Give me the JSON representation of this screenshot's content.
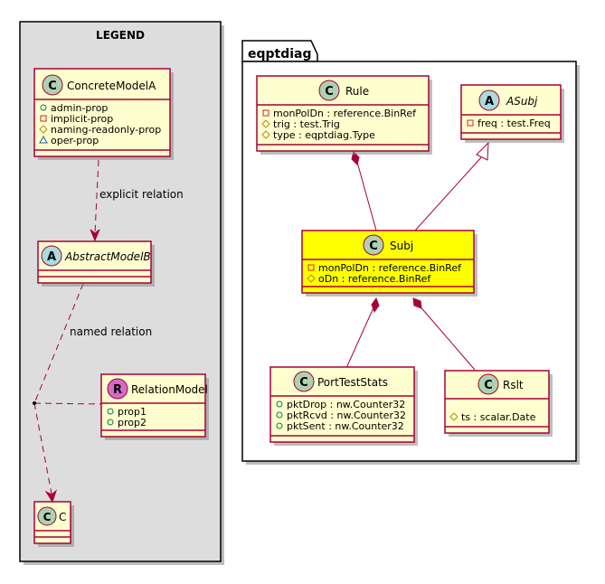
{
  "legend": {
    "title": "LEGEND",
    "concrete": {
      "stereotype": "C",
      "name": "ConcreteModelA",
      "attrs": [
        {
          "vis": "public",
          "text": "admin-prop"
        },
        {
          "vis": "private",
          "text": "implicit-prop"
        },
        {
          "vis": "protected",
          "text": "naming-readonly-prop"
        },
        {
          "vis": "package",
          "text": "oper-prop"
        }
      ]
    },
    "explicit_label": "explicit relation",
    "abstract": {
      "stereotype": "A",
      "name": "AbstractModelB"
    },
    "named_label": "named relation",
    "relation": {
      "stereotype": "R",
      "name": "RelationModel",
      "attrs": [
        {
          "vis": "public",
          "text": "prop1"
        },
        {
          "vis": "public",
          "text": "prop2"
        }
      ]
    },
    "c": {
      "stereotype": "C",
      "name": "C"
    }
  },
  "package": {
    "name": "eqptdiag",
    "rule": {
      "stereotype": "C",
      "name": "Rule",
      "attrs": [
        {
          "vis": "private",
          "text": "monPolDn : reference.BinRef"
        },
        {
          "vis": "protected",
          "text": "trig : test.Trig"
        },
        {
          "vis": "protected",
          "text": "type : eqptdiag.Type"
        }
      ]
    },
    "asubj": {
      "stereotype": "A",
      "name": "ASubj",
      "attrs": [
        {
          "vis": "private",
          "text": "freq : test.Freq"
        }
      ]
    },
    "subj": {
      "stereotype": "C",
      "name": "Subj",
      "attrs": [
        {
          "vis": "private",
          "text": "monPolDn : reference.BinRef"
        },
        {
          "vis": "protected",
          "text": "oDn : reference.BinRef"
        }
      ]
    },
    "porttest": {
      "stereotype": "C",
      "name": "PortTestStats",
      "attrs": [
        {
          "vis": "public",
          "text": "pktDrop : nw.Counter32"
        },
        {
          "vis": "public",
          "text": "pktRcvd : nw.Counter32"
        },
        {
          "vis": "public",
          "text": "pktSent : nw.Counter32"
        }
      ]
    },
    "rslt": {
      "stereotype": "C",
      "name": "Rslt",
      "attrs": [
        {
          "vis": "protected",
          "text": "ts : scalar.Date"
        }
      ]
    }
  },
  "colors": {
    "border": "#a80036",
    "class_fill": "#fefece",
    "highlight_fill": "#ffff00",
    "legend_bg": "#dddddd",
    "circle_C": "#add1b2",
    "circle_A": "#a9dcdf",
    "circle_R": "#d56ac9"
  }
}
